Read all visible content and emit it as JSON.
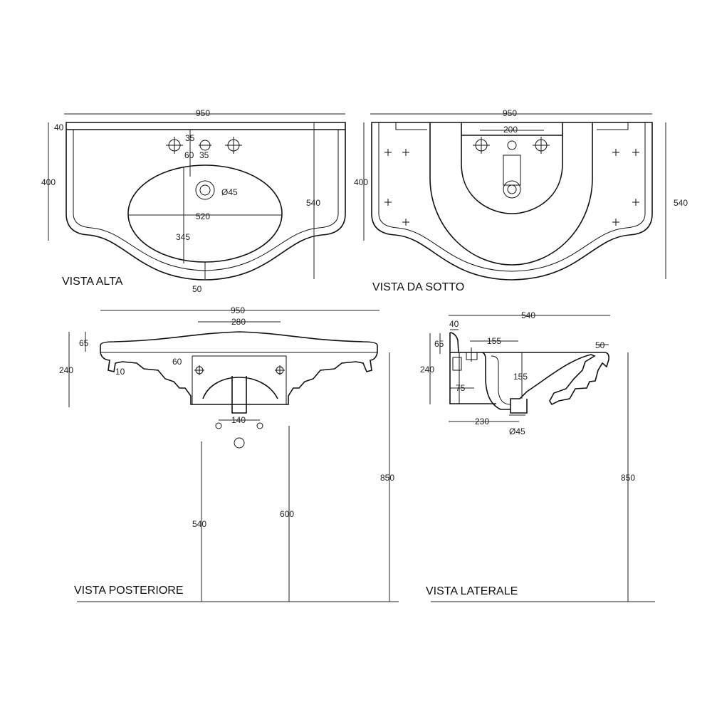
{
  "views": {
    "top": {
      "title": "VISTA ALTA",
      "dims": {
        "width": "950",
        "rim": "40",
        "depth": "400",
        "total_depth": "540",
        "tap_offset": "35",
        "tap_gap": "60",
        "tap_hole": "35",
        "drain": "Ø45",
        "basin_width": "520",
        "basin_depth": "345",
        "front": "50"
      }
    },
    "bottom": {
      "title": "VISTA DA SOTTO",
      "dims": {
        "width": "950",
        "inner": "200",
        "depth": "400",
        "total_depth": "540"
      }
    },
    "back": {
      "title": "VISTA POSTERIORE",
      "dims": {
        "width": "950",
        "pedestal_top": "280",
        "rim": "65",
        "height": "240",
        "side": "10",
        "hole_offset": "60",
        "hole_spacing": "140",
        "h540": "540",
        "h600": "600",
        "h850": "850"
      }
    },
    "side": {
      "title": "VISTA LATERALE",
      "dims": {
        "depth": "540",
        "wall": "40",
        "rim": "65",
        "height": "240",
        "d155h": "155",
        "d155v": "155",
        "d75": "75",
        "d230": "230",
        "drain": "Ø45",
        "front": "50",
        "h850": "850"
      }
    }
  }
}
